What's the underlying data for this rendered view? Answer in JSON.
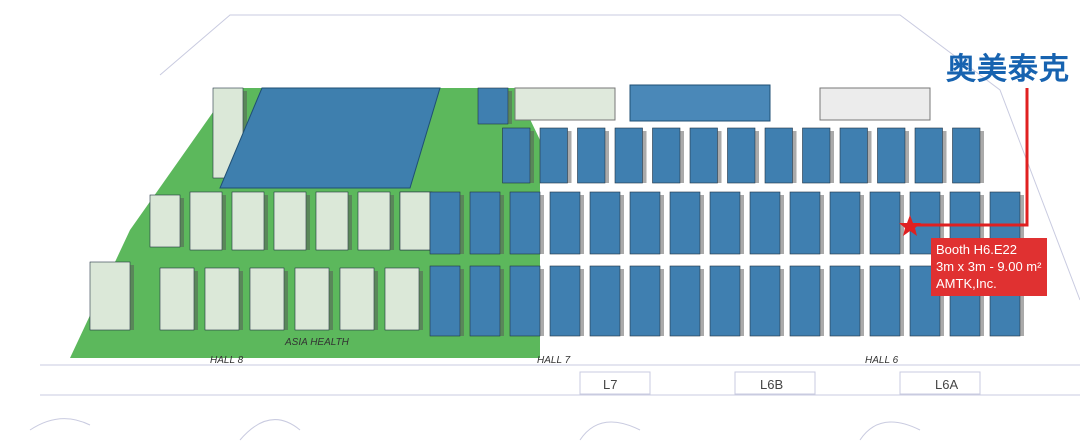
{
  "brand_label": "奥美泰克",
  "booth_info": {
    "booth": "Booth  H6.E22",
    "size": "3m x 3m - 9.00 m²",
    "company": "AMTK,Inc."
  },
  "zone_label": "ASIA HEALTH",
  "halls": [
    "HALL 8",
    "HALL 7",
    "HALL 6"
  ],
  "rooms": [
    "L7",
    "L6B",
    "L6A"
  ],
  "colors": {
    "floor_green": "#5cb85c",
    "booth_blue": "#3f7fb0",
    "booth_light": "#dbe8d8",
    "marker_red": "#e02020",
    "brand_blue": "#1763b0"
  }
}
